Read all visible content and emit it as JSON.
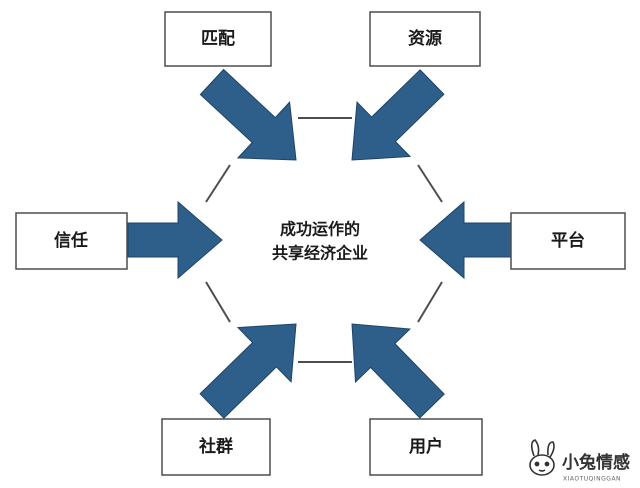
{
  "center": {
    "line1": "成功运作的",
    "line2": "共享经济企业"
  },
  "nodes": {
    "match": "匹配",
    "resources": "资源",
    "trust": "信任",
    "platform": "平台",
    "community": "社群",
    "users": "用户"
  },
  "watermark": {
    "brand": "小兔情感",
    "sub": "XIAOTUQINGGAN"
  },
  "colors": {
    "arrow": "#2e5f8a",
    "arrow_stroke": "#1e4466",
    "hexagon": "#4d4d4d",
    "box_border": "#4d4d4d"
  }
}
